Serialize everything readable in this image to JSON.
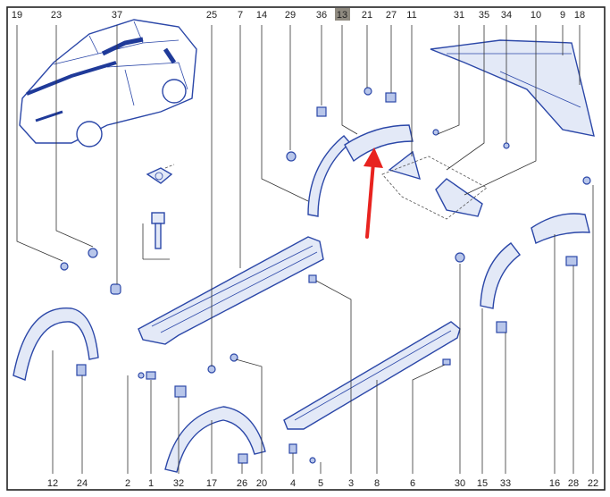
{
  "diagram": {
    "top_labels": [
      "19",
      "23",
      "37",
      "25",
      "7",
      "14",
      "29",
      "36",
      "13",
      "21",
      "27",
      "11",
      "31",
      "35",
      "34",
      "10",
      "9",
      "18"
    ],
    "bottom_labels": [
      "12",
      "24",
      "2",
      "1",
      "32",
      "17",
      "26",
      "20",
      "4",
      "5",
      "3",
      "8",
      "6",
      "30",
      "15",
      "33",
      "16",
      "28",
      "22"
    ],
    "highlighted_label": "13",
    "colors": {
      "part_outline": "#2b47a8",
      "highlight_bg": "#8f8a80",
      "arrow": "#e8231f"
    }
  }
}
